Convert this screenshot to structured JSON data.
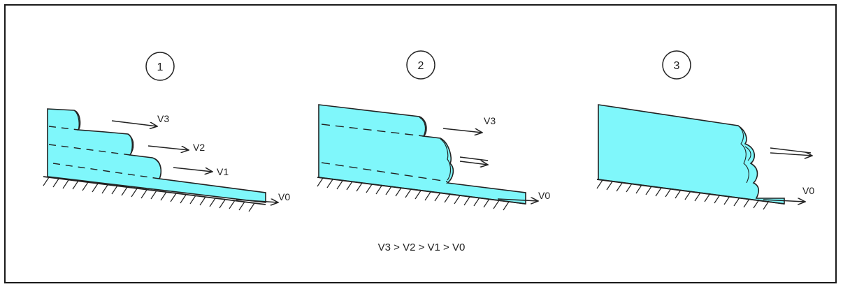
{
  "panels": [
    {
      "number": "1",
      "labels": {
        "v3": "V3",
        "v2": "V2",
        "v1": "V1",
        "v0": "V0"
      }
    },
    {
      "number": "2",
      "labels": {
        "v3": "V3",
        "v0": "V0"
      }
    },
    {
      "number": "3",
      "labels": {
        "v0": "V0"
      }
    }
  ],
  "relation": "V3 > V2 > V1 > V0",
  "colors": {
    "water": "#7ff7fb",
    "ink": "#222222",
    "frame": "#1a1a1a"
  }
}
